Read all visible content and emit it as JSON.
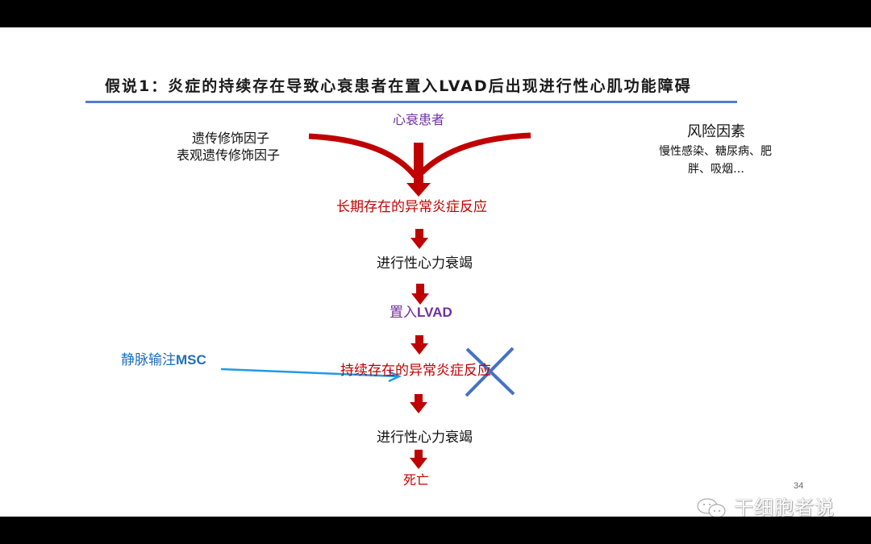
{
  "slide": {
    "title": "假说1：炎症的持续存在导致心衰患者在置入LVAD后出现进行性心肌功能障碍",
    "page_number": "34",
    "accent_line_color": "#4f7ccc"
  },
  "left_factors": {
    "line1": "遗传修饰因子",
    "line2": "表观遗传修饰因子"
  },
  "top_node": "心衰患者",
  "risk_factors": {
    "heading": "风险因素",
    "line1": "慢性感染、糖尿病、肥",
    "line2": "胖、吸烟…"
  },
  "flow": {
    "step1": "长期存在的异常炎症反应",
    "step2": "进行性心力衰竭",
    "step3_cn": "置入",
    "step3_latin": "LVAD",
    "step4": "持续存在的异常炎症反应",
    "step5": "进行性心力衰竭",
    "step6": "死亡"
  },
  "intervention": {
    "label_cn": "静脉输注",
    "label_latin": "MSC",
    "arrow_color": "#1e9be8"
  },
  "cross_mark_color": "#4472c4",
  "arrow_color": "#c00000",
  "watermark": {
    "icon": "wechat-icon",
    "text": "干细胞者说"
  }
}
